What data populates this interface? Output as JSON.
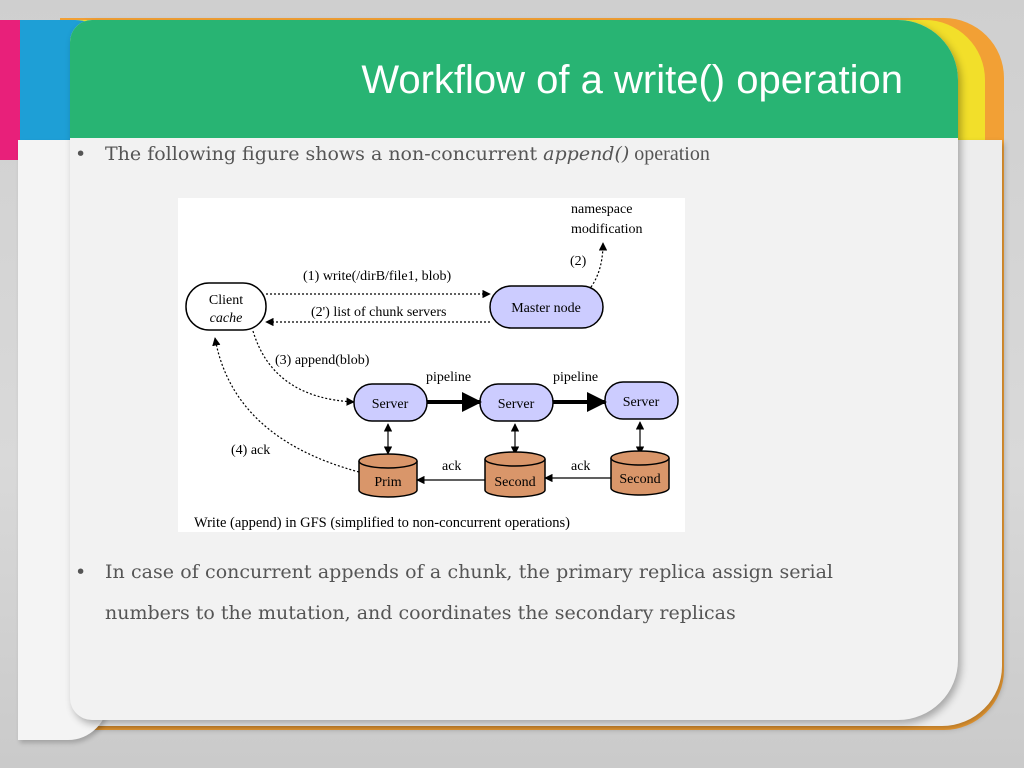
{
  "slide": {
    "title": "Workflow of a write() operation",
    "bullet1": {
      "prefix": "The following figure shows a non-concurrent ",
      "emphasis": "append()",
      "suffix": " operation"
    },
    "bullet2": "In case of concurrent appends of a chunk, the primary replica assign serial numbers to the mutation, and coordinates the secondary replicas",
    "bullet_glyph": "•"
  },
  "figure": {
    "client_label": "Client",
    "client_cache_label": "cache",
    "master_label": "Master node",
    "server_label": "Server",
    "prim_label": "Prim",
    "second_label": "Second",
    "step1_label": "(1) write(/dirB/file1, blob)",
    "step2_label": "(2)",
    "step2p_label": "(2') list of chunk servers",
    "step3_label": "(3) append(blob)",
    "step4_label": "(4) ack",
    "namespace_label": "namespace",
    "modification_label": "modification",
    "pipeline_label": "pipeline",
    "ack_label": "ack",
    "caption": "Write (append) in GFS (simplified to non-concurrent operations)",
    "colors": {
      "node_fill": "#ccccff",
      "disk_fill": "#d9966a",
      "stroke": "#000000"
    }
  }
}
